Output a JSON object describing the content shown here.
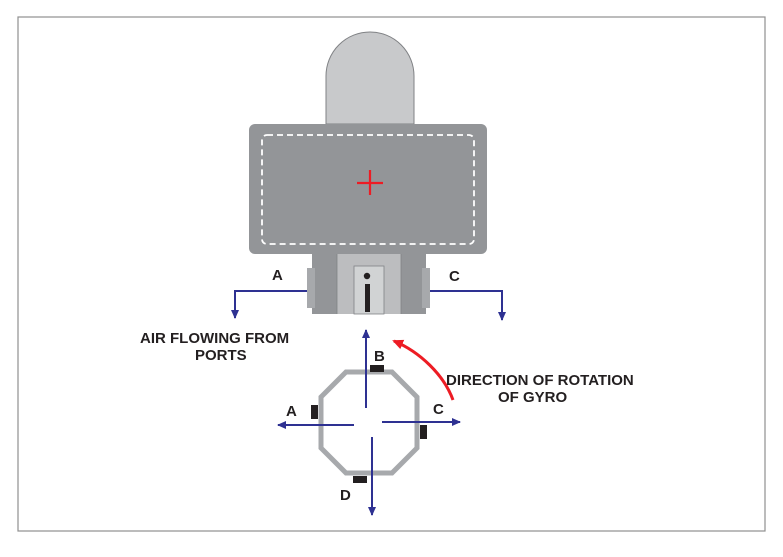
{
  "labels": {
    "port_a_top": "A",
    "port_c_top": "C",
    "air_flow_line1": "AIR FLOWING FROM",
    "air_flow_line2": "PORTS",
    "port_b": "B",
    "port_a": "A",
    "port_c": "C",
    "port_d": "D",
    "rotation_line1": "DIRECTION OF ROTATION",
    "rotation_line2": "OF GYRO"
  },
  "colors": {
    "frame": "#8f8f8f",
    "housing": "#939598",
    "top_tab": "#c8c9cb",
    "center_block": "#bcbdbf",
    "dashed": "#ffffff",
    "center_cross": "#ed1c24",
    "arrow_blue": "#2e3192",
    "rotation_arrow": "#ed1c24",
    "octagon": "#a7a9ac",
    "port_marker": "#231f20",
    "text": "#231f20"
  },
  "icons": {
    "center_mark": "cross-icon",
    "rotation": "curved-arrow-icon"
  }
}
